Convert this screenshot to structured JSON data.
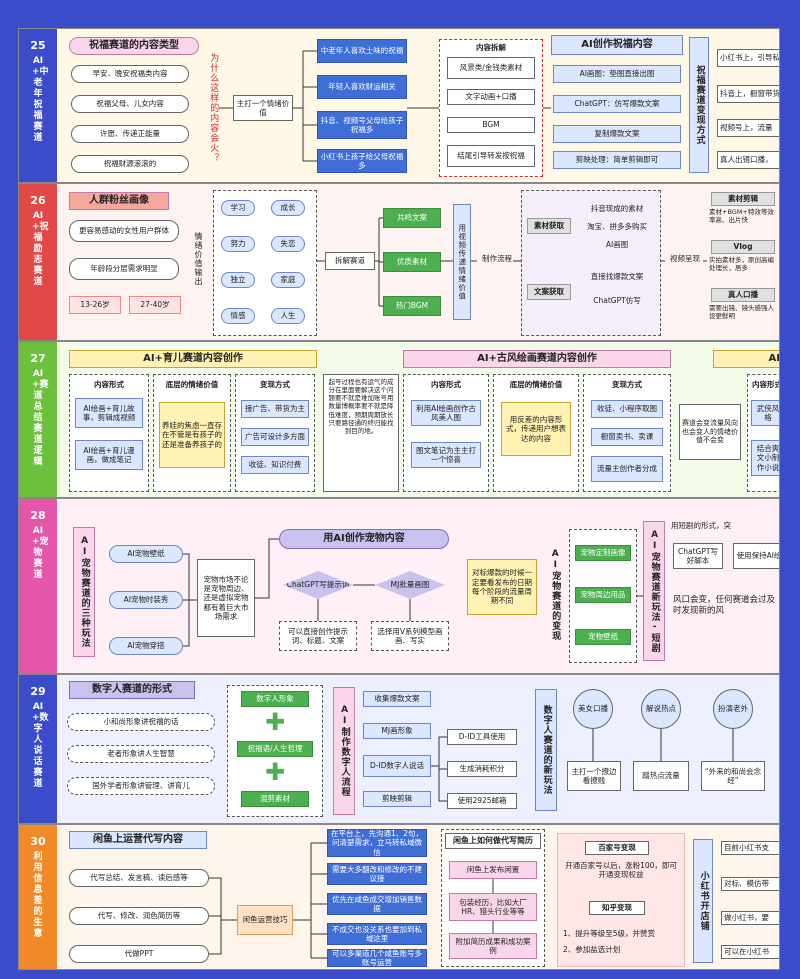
{
  "colors": {
    "s25": "#3a4cc9",
    "s26": "#e24848",
    "s27": "#6dbf3e",
    "s28": "#e356a8",
    "s29": "#3a4cc9",
    "s30": "#f08a28"
  },
  "s25": {
    "num": "25",
    "label": "AI+中老年祝福赛道",
    "title": "祝福赛道的内容类型",
    "types": [
      "早安、晚安祝福类内容",
      "祝福父母、儿女内容",
      "许愿、传递正能量",
      "祝福财源滚滚的"
    ],
    "why": "为什么这样的内容会火？",
    "center": "主打一个情绪价值",
    "groups": [
      "中老年人喜欢土味的祝福",
      "年轻人喜欢财运相关",
      "抖音、视频号父母给孩子祝福多",
      "小红书上孩子给父母祝福多"
    ],
    "split_title": "内容拆解",
    "split": [
      "风景类/金钱类素材",
      "文字动画+口播",
      "BGM",
      "结尾引导转发按祝福"
    ],
    "ai_title": "AI创作祝福内容",
    "ai": [
      "AI画图：垫图直接出图",
      "ChatGPT：仿写爆款文案",
      "复制爆款文案",
      "剪映处理：简单剪辑即可"
    ],
    "change": "祝福赛道变现方式",
    "platforms": [
      "小红书上，引导私",
      "抖音上，橱窗带货",
      "视频号上，流量",
      "真人出镜口播，"
    ]
  },
  "s26": {
    "num": "26",
    "label": "AI+祝福励志赛道",
    "title": "人群粉丝画像",
    "p1": "更容易感动的女性用户群体",
    "p2": "年龄段分层需求明显",
    "ages": [
      "13-26岁",
      "27-40岁"
    ],
    "ev": "情绪价值输出",
    "grid": [
      "学习",
      "成长",
      "努力",
      "失恋",
      "独立",
      "家庭",
      "情感",
      "人生"
    ],
    "split": "拆解赛道",
    "mids": [
      "共鸣文案",
      "优质素材",
      "热门BGM"
    ],
    "vid": "用视频传递情绪价值",
    "flow": "制作流程",
    "mat": "素材获取",
    "mats": [
      "抖音现成的素材",
      "淘宝、拼多多购买",
      "AI画图"
    ],
    "copy": "文案获取",
    "copys": [
      "直接找爆款文案",
      "ChatGPT仿写"
    ],
    "present": "视频呈现",
    "out1": "素材剪辑",
    "out1d": "素材+BGM+特效等效率高、出片快",
    "out2": "Vlog",
    "out2d": "实拍素材多，原创高编处理长，居多",
    "out3": "真人口播",
    "out3d": "需要出镜、镜头感强人设更鲜明"
  },
  "s27": {
    "num": "27",
    "label": "AI+赛道总结赛道逻辑",
    "h1": "AI+育儿赛道内容创作",
    "h2": "AI+古风绘画赛道内容创作",
    "h3": "AI",
    "c1": "内容形式",
    "c1a": "AI绘画+育儿故事，剪辑成视频",
    "c1b": "AI绘画+育儿漫画，做成笔记",
    "c2": "底层的情绪价值",
    "c2a": "养娃的焦虑一直存在不管是有孩子的还是准备养孩子的",
    "c3": "变现方式",
    "c3a": [
      "接广告、带货为主",
      "广告可设计多方面",
      "收徒、知识付费"
    ],
    "mid": "起号过程也有运气的成分在里面要解决这个问题要不就是堆加账号用数量博概率要不就是降低难度，预期周期放长只要路径通的终归能找到目的地。",
    "d1": "内容形式",
    "d1a": "利用AI绘画创作古风美人图",
    "d1b": "图文笔记为主主打一个惊喜",
    "d2": "底层的情绪价值",
    "d2a": "用反差的内容形式，传递用户想表达的内容",
    "d3": "变现方式",
    "d3a": [
      "收徒、小程序取图",
      "橱窗卖书、卖课",
      "流量主创作者分成"
    ],
    "note": "赛道会变流量风向也会变人的情绪价值不会变",
    "e1": "内容形式",
    "e1a": "武侠风格",
    "e1b": "结合爽文小制作小说"
  },
  "s28": {
    "num": "28",
    "label": "AI+宠物赛道",
    "three": "AI宠物赛道的三种玩法",
    "plays": [
      "AI宠物壁纸",
      "AI宠物时装秀",
      "AI宠物穿搭"
    ],
    "market": "宠物市场不论是宠物周边、还是虚拟宠物都有着巨大市场需求",
    "top": "用AI创作宠物内容",
    "d1": "ChatGPT写提示词",
    "d2": "MJ批量画图",
    "d1a": "可以直接创作提示词、标题、文案",
    "d2a": "选择用V系列模型画画、写实",
    "note": "对标爆款的时候一定要看发布的日期每个阶段的流量周期不同",
    "change": "AI宠物赛道的变现",
    "chg": [
      "宠物定制画像",
      "宠物周边用品",
      "宠物壁纸"
    ],
    "new": "AI宠物赛道新玩法-短剧",
    "r1": "用短剧的形式，突",
    "r2": "ChatGPT写好脚本",
    "r3": "使用保持AI绘",
    "r4": "风口会变，任何赛道会过及时发现新的风"
  },
  "s29": {
    "num": "29",
    "label": "AI+数字人说话赛道",
    "title": "数字人赛道的形式",
    "forms": [
      "小和尚形象讲祝福的话",
      "老者形象讲人生智慧",
      "国外学者形象讲管理、讲育儿"
    ],
    "combo": [
      "数字人形象",
      "祝福语/人生哲理",
      "混剪素材"
    ],
    "flow": "AI制作数字人流程",
    "steps": [
      "收集爆款文案",
      "MJ画形象",
      "D-ID数字人说话",
      "剪映剪辑"
    ],
    "subs": [
      "D-ID工具使用",
      "生成消耗积分",
      "使用2925邮箱"
    ],
    "new": "数字人赛道的新玩法",
    "c1": "美女口播",
    "c2": "解说热点",
    "c3": "扮演老外",
    "o1": "主打一个撩边看撩贱",
    "o2": "蹭热点流量",
    "o3": "“外来的和尚会念经”"
  },
  "s30": {
    "num": "30",
    "label": "利用信息差的生意",
    "title": "闲鱼上运营代写内容",
    "items": [
      "代写总结、发言稿、读后感等",
      "代写、修改、润色简历等",
      "代做PPT"
    ],
    "center": "闲鱼运营技巧",
    "tips": [
      "在平台上，先沟通1、2句，问清楚需求，立马转私域微信",
      "需要大多翻改和修改的不建议接",
      "优先在咸鱼成交增加销售数据",
      "不成交也没关系也要加到私域这里",
      "可以多渠道几个咸鱼账号多账号运营"
    ],
    "how": "闲鱼上如何做代写简历",
    "hows": [
      "闲鱼上发布闲置",
      "包装经历，比如大厂HR、猎头行业等等",
      "附加简历成果和成功案例"
    ],
    "bj": "百家号变现",
    "bjd": "开通百家号以后，涨粉100，即可开通变现权益",
    "zh": "知乎变现",
    "zh1": "1、提升等级至5级，并赞赏",
    "zh2": "2、参加盐选计划",
    "xhs": "小红书开店铺",
    "xr": [
      "目前小红书支",
      "对标、模仿带",
      "做小红书，要",
      "可以在小红书"
    ]
  }
}
